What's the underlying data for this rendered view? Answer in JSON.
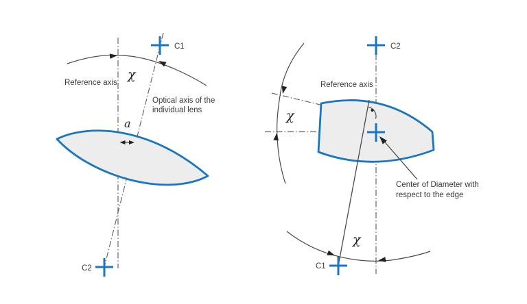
{
  "figure": {
    "colors": {
      "accent_blue": "#1b76c0",
      "lens_fill": "#ededed",
      "axis_gray": "#666666",
      "line_dark_gray": "#4a4a4a",
      "text_gray": "#3a3a3a"
    },
    "left": {
      "reference_axis_label": "Reference axis",
      "chi_label": "χ",
      "tilt_angle_label": "a",
      "optical_axis_label_line1": "Optical axis of the",
      "optical_axis_label_line2": "individual lens",
      "c1_label": "C1",
      "c2_label": "C2"
    },
    "right": {
      "reference_axis_label": "Reference axis",
      "chi_upper_label": "χ",
      "chi_lower_label": "χ",
      "center_note_line1": "Center of Diameter with",
      "center_note_line2": "respect to the edge",
      "c1_label": "C1",
      "c2_label": "C2"
    }
  }
}
